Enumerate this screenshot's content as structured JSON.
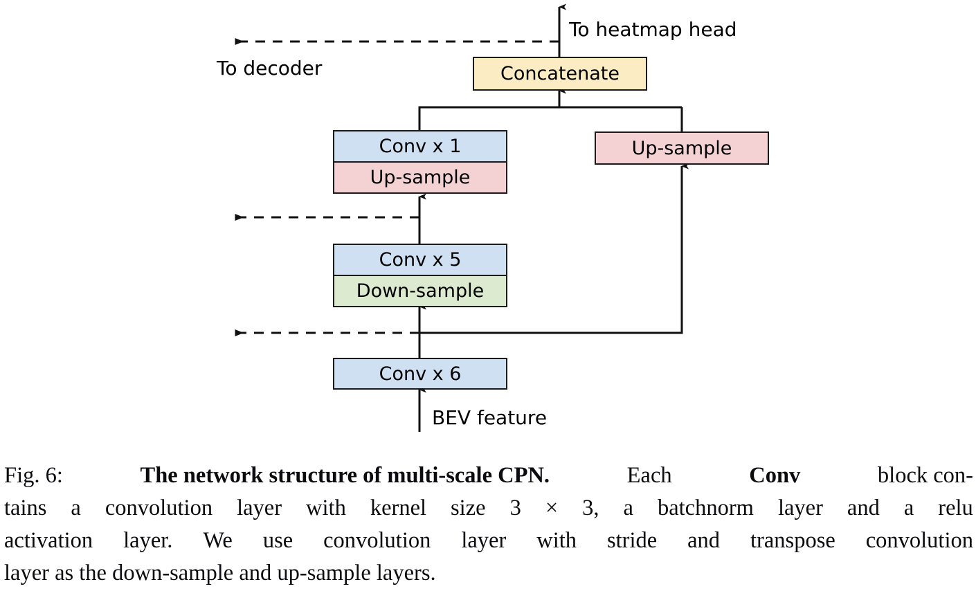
{
  "figure": {
    "nodes": [
      {
        "id": "concatenate",
        "label": "Concatenate",
        "fill": "#fcecc4"
      },
      {
        "id": "conv-x-1",
        "label": "Conv x 1",
        "fill": "#cfe0f2"
      },
      {
        "id": "up-sample-left",
        "label": "Up-sample",
        "fill": "#f4d2d4"
      },
      {
        "id": "up-sample-right",
        "label": "Up-sample",
        "fill": "#f4d2d4"
      },
      {
        "id": "conv-x-5",
        "label": "Conv x 5",
        "fill": "#cfe0f2"
      },
      {
        "id": "down-sample",
        "label": "Down-sample",
        "fill": "#dcead0"
      },
      {
        "id": "conv-x-6",
        "label": "Conv x 6",
        "fill": "#cfe0f2"
      }
    ],
    "labels": {
      "to_heatmap_head": "To heatmap head",
      "to_decoder": "To decoder",
      "bev_feature": "BEV feature"
    },
    "colors": {
      "blue": "#cfe0f2",
      "pink": "#f4d2d4",
      "green": "#dcead0",
      "yellow": "#fcecc4",
      "stroke": "#1a1a1a"
    }
  },
  "caption": {
    "figure_number": "Fig. 6:",
    "title": "The network structure of multi-scale CPN.",
    "line1_tail": "Each",
    "bold_conv": "Conv",
    "body": "block contains a convolution layer with kernel size 3 × 3, a batchnorm layer and a relu activation layer. We use convolution layer with stride and transpose convolution layer as the down-sample and up-sample layers.",
    "text_l1a": "Fig. 6:",
    "text_l1b": "The network structure of multi-scale CPN.",
    "text_l1c": "Each",
    "text_l1d": "Conv",
    "text_l1e": "block con-",
    "text_l2": "tains a convolution layer with kernel size 3 × 3, a batchnorm layer and a relu",
    "text_l3": "activation layer. We use convolution layer with stride and transpose convolution",
    "text_l4": "layer as the down-sample and up-sample layers."
  }
}
